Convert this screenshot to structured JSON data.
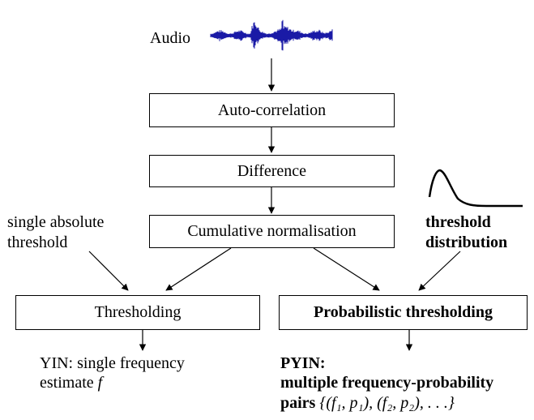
{
  "input": {
    "label": "Audio"
  },
  "pipeline": {
    "step1": "Auto-correlation",
    "step2": "Difference",
    "step3": "Cumulative normalisation"
  },
  "yin_branch": {
    "threshold_label_line1": "single absolute",
    "threshold_label_line2": "threshold",
    "box": "Thresholding",
    "output_line1": "YIN: single frequency",
    "output_line2_prefix": "estimate",
    "output_line2_var": "f"
  },
  "pyin_branch": {
    "threshold_label_line1": "threshold",
    "threshold_label_line2": "distribution",
    "box": "Probabilistic thresholding",
    "output_line1": "PYIN:",
    "output_line2": "multiple frequency-probability",
    "output_line3_prefix": "pairs",
    "output_line3_math": "{(f₁, p₁), (f₂, p₂), . . .}"
  },
  "colors": {
    "waveform": "#1a1aa6",
    "lines": "#000000"
  }
}
